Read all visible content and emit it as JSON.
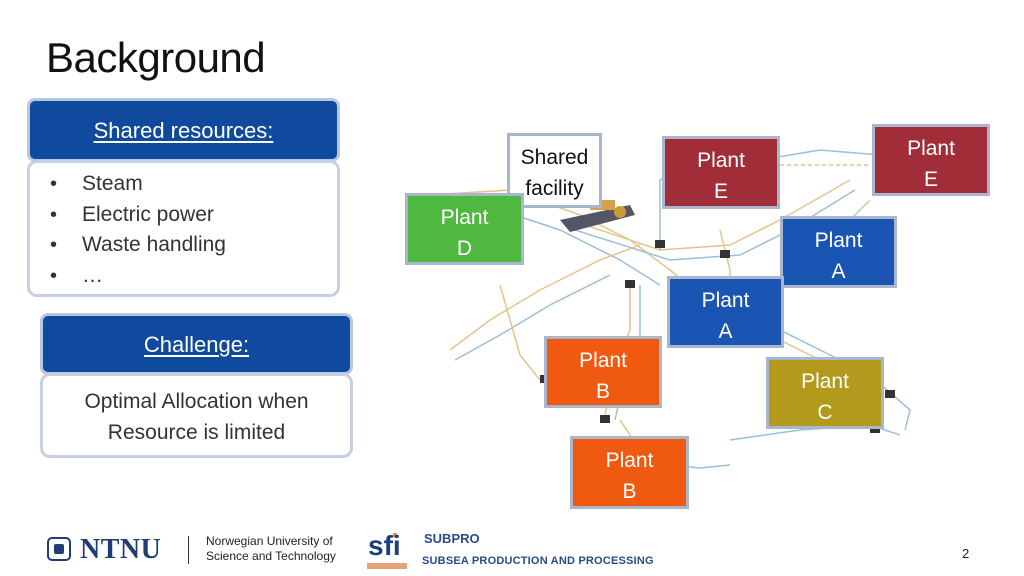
{
  "title": "Background",
  "shared": {
    "header": "Shared resources:",
    "items": [
      "Steam",
      "Electric power",
      "Waste handling",
      "…"
    ]
  },
  "challenge": {
    "header": "Challenge:",
    "line1": "Optimal Allocation when",
    "line2": "Resource is limited"
  },
  "diagram": {
    "shared_facility": {
      "line1": "Shared",
      "line2": "facility"
    },
    "plant_word": "Plant",
    "plants": [
      {
        "id": "e1",
        "letter": "E",
        "color": "#a02d38"
      },
      {
        "id": "e2",
        "letter": "E",
        "color": "#a02d38"
      },
      {
        "id": "d",
        "letter": "D",
        "color": "#4fb841"
      },
      {
        "id": "a1",
        "letter": "A",
        "color": "#1b55b3"
      },
      {
        "id": "a2",
        "letter": "A",
        "color": "#1b55b3"
      },
      {
        "id": "b1",
        "letter": "B",
        "color": "#f05a10"
      },
      {
        "id": "c",
        "letter": "C",
        "color": "#b39a1d"
      },
      {
        "id": "b2",
        "letter": "B",
        "color": "#f05a10"
      }
    ]
  },
  "footer": {
    "ntnu": "NTNU",
    "ntnu_line1": "Norwegian University of",
    "ntnu_line2": "Science and Technology",
    "sfi": "sfi",
    "subpro": "SUBPRO",
    "subpro_full": "SUBSEA PRODUCTION AND PROCESSING",
    "page": "2"
  }
}
